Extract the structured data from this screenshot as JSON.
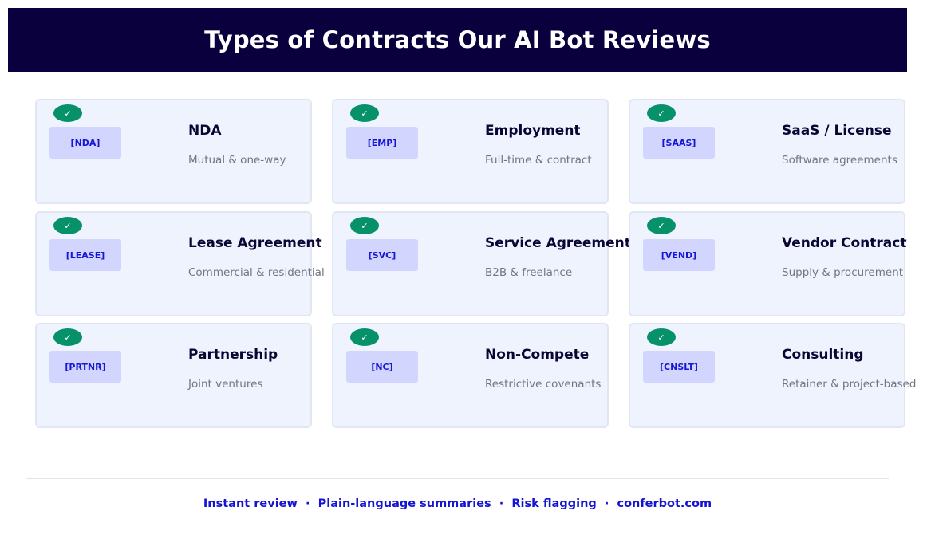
{
  "header": {
    "title": "Types of Contracts Our AI Bot Reviews"
  },
  "cards": [
    {
      "tag": "[NDA]",
      "title": "NDA",
      "subtitle": "Mutual & one-way",
      "check": "✓"
    },
    {
      "tag": "[EMP]",
      "title": "Employment",
      "subtitle": "Full-time & contract",
      "check": "✓"
    },
    {
      "tag": "[SAAS]",
      "title": "SaaS / License",
      "subtitle": "Software agreements",
      "check": "✓"
    },
    {
      "tag": "[LEASE]",
      "title": "Lease Agreement",
      "subtitle": "Commercial & residential",
      "check": "✓"
    },
    {
      "tag": "[SVC]",
      "title": "Service Agreement",
      "subtitle": "B2B & freelance",
      "check": "✓"
    },
    {
      "tag": "[VEND]",
      "title": "Vendor Contract",
      "subtitle": "Supply & procurement",
      "check": "✓"
    },
    {
      "tag": "[PRTNR]",
      "title": "Partnership",
      "subtitle": "Joint ventures",
      "check": "✓"
    },
    {
      "tag": "[NC]",
      "title": "Non-Compete",
      "subtitle": "Restrictive covenants",
      "check": "✓"
    },
    {
      "tag": "[CNSLT]",
      "title": "Consulting",
      "subtitle": "Retainer & project-based",
      "check": "✓"
    }
  ],
  "footer": {
    "text": "Instant review  ·  Plain-language summaries  ·  Risk flagging  ·  conferbot.com"
  },
  "colors": {
    "banner": "#0a003d",
    "card_bg": "#eef3fe",
    "check": "#079169",
    "tag_bg": "#d2d5fe",
    "tag_text": "#1616d8",
    "footer_text": "#1414d4"
  },
  "icons": {
    "check": "check-circle-icon"
  }
}
